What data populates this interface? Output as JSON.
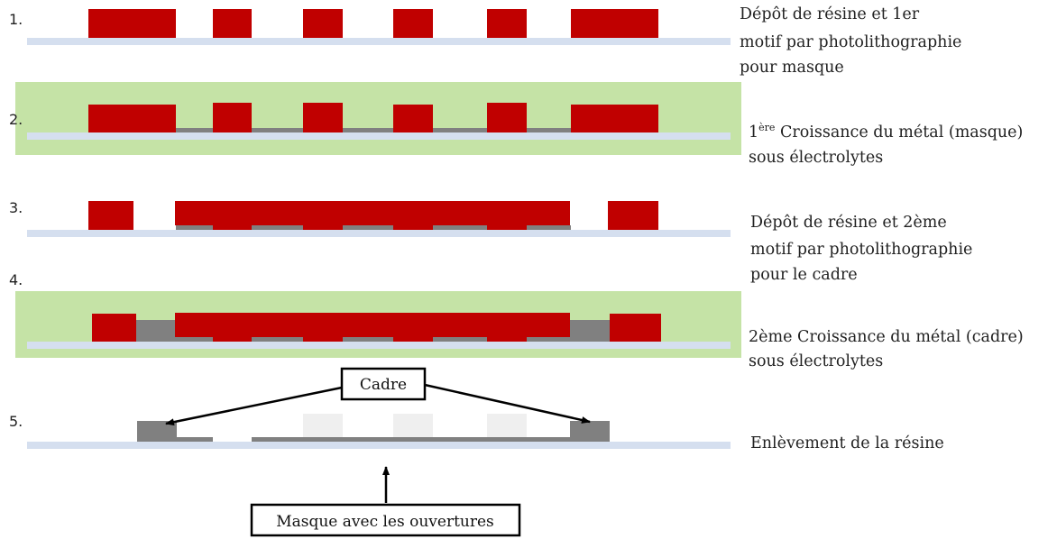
{
  "colors": {
    "resin": "#c00000",
    "substrate": "#d5dfef",
    "electrolyte": "#c5e3a6",
    "metal": "#808080",
    "metal_light": "#efefef",
    "arrow": "#000000"
  },
  "steps": [
    {
      "number": "1.",
      "lines": [
        "Dépôt de résine et 1er",
        "motif par photolithographie",
        "pour masque"
      ]
    },
    {
      "number": "2.",
      "sup": "ère",
      "lines": [
        "1",
        " Croissance du métal (masque)",
        "sous électrolytes"
      ]
    },
    {
      "number": "3.",
      "lines": [
        "Dépôt de résine et 2ème",
        "motif par photolithographie",
        "pour le cadre"
      ]
    },
    {
      "number": "4.",
      "lines": [
        "2ème Croissance du métal (cadre)",
        "sous électrolytes"
      ]
    },
    {
      "number": "5.",
      "lines": [
        "Enlèvement de la résine"
      ]
    }
  ],
  "labels": {
    "frame": "Cadre",
    "mask": "Masque avec les ouvertures"
  }
}
